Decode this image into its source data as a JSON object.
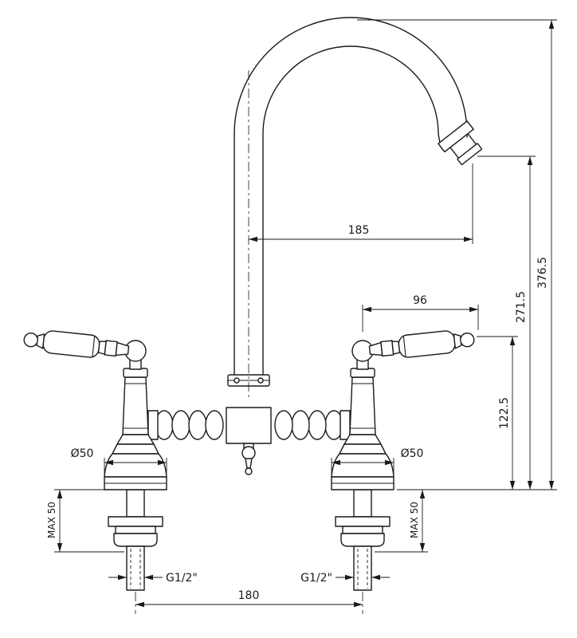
{
  "page": {
    "background_color": "#ffffff",
    "line_color": "#1a1a1a"
  },
  "drawing": {
    "dimensions": {
      "spout_reach": "185",
      "handle_span": "96",
      "outlet_height": "271.5",
      "overall_height": "376.5",
      "handle_height": "122.5",
      "base_diameter_left": "Ø50",
      "base_diameter_right": "Ø50",
      "max_deck_left": "MAX 50",
      "max_deck_right": "MAX 50",
      "thread_left": "G1/2\"",
      "thread_right": "G1/2\"",
      "hole_centers": "180"
    }
  }
}
